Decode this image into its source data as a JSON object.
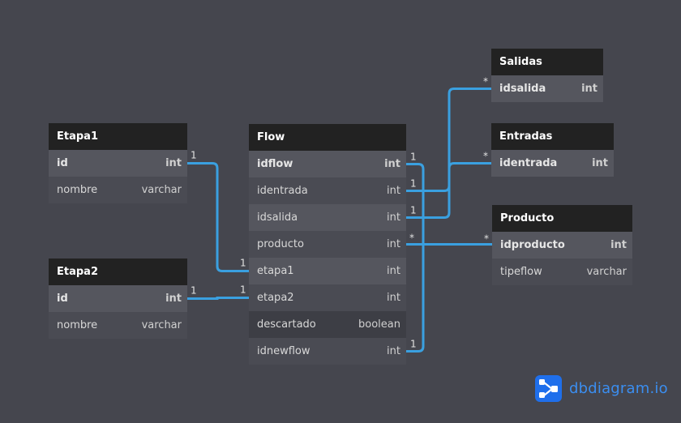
{
  "tables": {
    "etapa1": {
      "name": "Etapa1",
      "fields": [
        {
          "name": "id",
          "type": "int",
          "pk": true
        },
        {
          "name": "nombre",
          "type": "varchar"
        }
      ]
    },
    "etapa2": {
      "name": "Etapa2",
      "fields": [
        {
          "name": "id",
          "type": "int",
          "pk": true
        },
        {
          "name": "nombre",
          "type": "varchar"
        }
      ]
    },
    "flow": {
      "name": "Flow",
      "fields": [
        {
          "name": "idflow",
          "type": "int",
          "pk": true
        },
        {
          "name": "identrada",
          "type": "int"
        },
        {
          "name": "idsalida",
          "type": "int"
        },
        {
          "name": "producto",
          "type": "int"
        },
        {
          "name": "etapa1",
          "type": "int"
        },
        {
          "name": "etapa2",
          "type": "int"
        },
        {
          "name": "descartado",
          "type": "boolean"
        },
        {
          "name": "idnewflow",
          "type": "int"
        }
      ]
    },
    "salidas": {
      "name": "Salidas",
      "fields": [
        {
          "name": "idsalida",
          "type": "int",
          "pk": true
        }
      ]
    },
    "entradas": {
      "name": "Entradas",
      "fields": [
        {
          "name": "identrada",
          "type": "int",
          "pk": true
        }
      ]
    },
    "producto": {
      "name": "Producto",
      "fields": [
        {
          "name": "idproducto",
          "type": "int",
          "pk": true
        },
        {
          "name": "tipeflow",
          "type": "varchar"
        }
      ]
    }
  },
  "relations": [
    {
      "from": "etapa1.id",
      "to": "flow.etapa1",
      "from_card": "1",
      "to_card": "1"
    },
    {
      "from": "etapa2.id",
      "to": "flow.etapa2",
      "from_card": "1",
      "to_card": "1"
    },
    {
      "from": "flow.identrada",
      "to": "entradas.identrada",
      "from_card": "1",
      "to_card": "*"
    },
    {
      "from": "flow.idsalida",
      "to": "salidas.idsalida",
      "from_card": "1",
      "to_card": "*"
    },
    {
      "from": "flow.producto",
      "to": "producto.idproducto",
      "from_card": "*",
      "to_card": "*"
    },
    {
      "from": "flow.idflow",
      "to": "flow.idnewflow",
      "from_card": "1",
      "to_card": "1"
    }
  ],
  "colors": {
    "link": "#3aa0e0",
    "background": "#45464e",
    "header": "#222222",
    "brand": "#3b8ef0"
  },
  "logo": {
    "text": "dbdiagram.io",
    "icon": "share-nodes-icon"
  }
}
